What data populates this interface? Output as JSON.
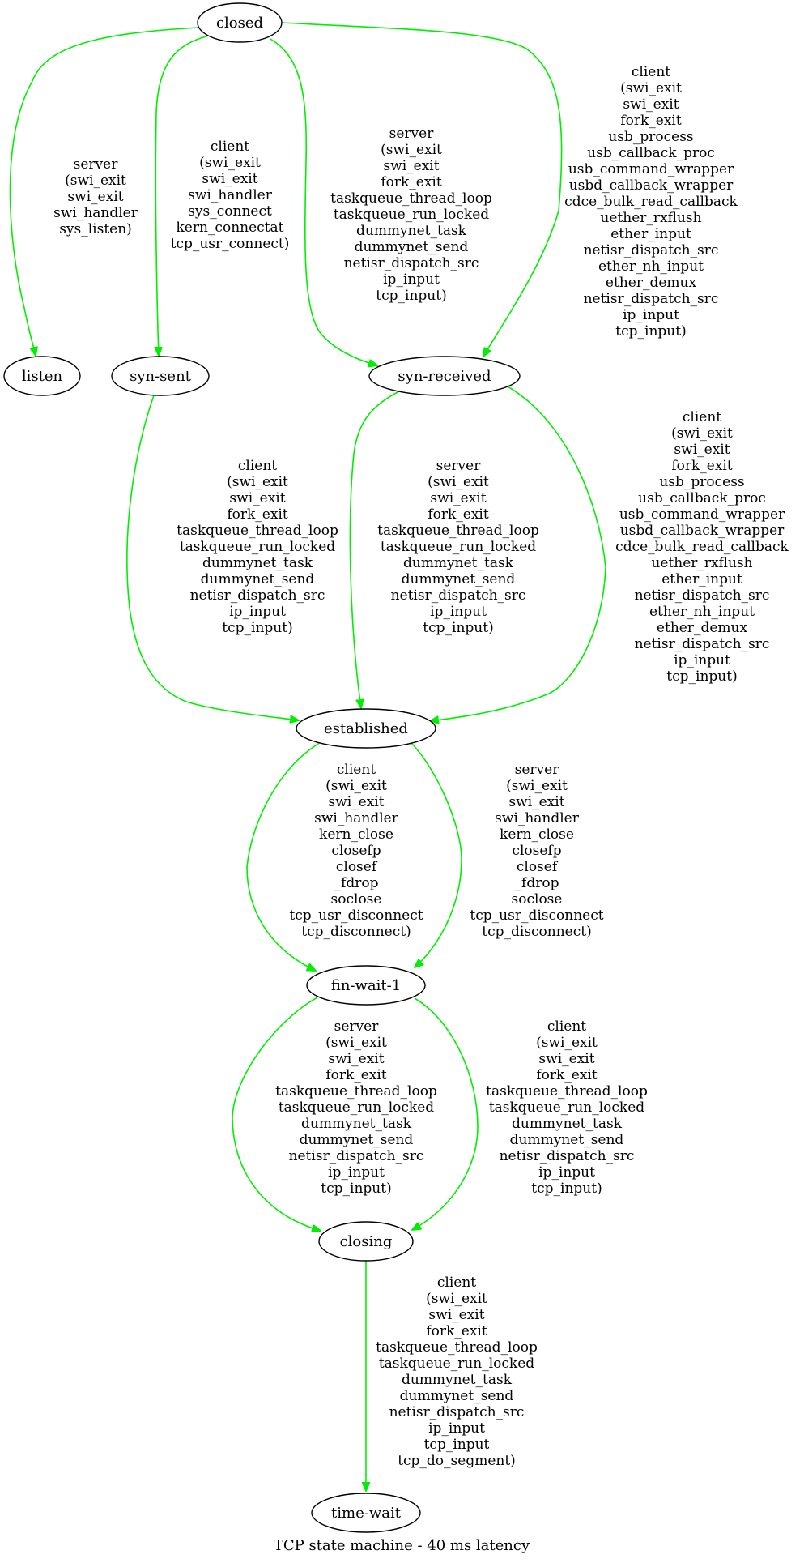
{
  "caption": "TCP state machine - 40 ms latency",
  "colors": {
    "edge": "#00ee00",
    "node_stroke": "#000000",
    "background": "#ffffff"
  },
  "nodes": [
    {
      "id": "closed",
      "label": "closed"
    },
    {
      "id": "listen",
      "label": "listen"
    },
    {
      "id": "syn-sent",
      "label": "syn-sent"
    },
    {
      "id": "syn-received",
      "label": "syn-received"
    },
    {
      "id": "established",
      "label": "established"
    },
    {
      "id": "fin-wait-1",
      "label": "fin-wait-1"
    },
    {
      "id": "closing",
      "label": "closing"
    },
    {
      "id": "time-wait",
      "label": "time-wait"
    }
  ],
  "edges": [
    {
      "from": "closed",
      "to": "listen",
      "label": [
        "server",
        "(swi_exit",
        "swi_exit",
        "swi_handler",
        "sys_listen)"
      ]
    },
    {
      "from": "closed",
      "to": "syn-sent",
      "label": [
        "client",
        "(swi_exit",
        "swi_exit",
        "swi_handler",
        "sys_connect",
        "kern_connectat",
        "tcp_usr_connect)"
      ]
    },
    {
      "from": "closed",
      "to": "syn-received",
      "label": [
        "server",
        "(swi_exit",
        "swi_exit",
        "fork_exit",
        "taskqueue_thread_loop",
        "taskqueue_run_locked",
        "dummynet_task",
        "dummynet_send",
        "netisr_dispatch_src",
        "ip_input",
        "tcp_input)"
      ]
    },
    {
      "from": "closed",
      "to": "syn-received",
      "label": [
        "client",
        "(swi_exit",
        "swi_exit",
        "fork_exit",
        "usb_process",
        "usb_callback_proc",
        "usb_command_wrapper",
        "usbd_callback_wrapper",
        "cdce_bulk_read_callback",
        "uether_rxflush",
        "ether_input",
        "netisr_dispatch_src",
        "ether_nh_input",
        "ether_demux",
        "netisr_dispatch_src",
        "ip_input",
        "tcp_input)"
      ]
    },
    {
      "from": "syn-sent",
      "to": "established",
      "label": [
        "client",
        "(swi_exit",
        "swi_exit",
        "fork_exit",
        "taskqueue_thread_loop",
        "taskqueue_run_locked",
        "dummynet_task",
        "dummynet_send",
        "netisr_dispatch_src",
        "ip_input",
        "tcp_input)"
      ]
    },
    {
      "from": "syn-received",
      "to": "established",
      "label": [
        "server",
        "(swi_exit",
        "swi_exit",
        "fork_exit",
        "taskqueue_thread_loop",
        "taskqueue_run_locked",
        "dummynet_task",
        "dummynet_send",
        "netisr_dispatch_src",
        "ip_input",
        "tcp_input)"
      ]
    },
    {
      "from": "syn-received",
      "to": "established",
      "label": [
        "client",
        "(swi_exit",
        "swi_exit",
        "fork_exit",
        "usb_process",
        "usb_callback_proc",
        "usb_command_wrapper",
        "usbd_callback_wrapper",
        "cdce_bulk_read_callback",
        "uether_rxflush",
        "ether_input",
        "netisr_dispatch_src",
        "ether_nh_input",
        "ether_demux",
        "netisr_dispatch_src",
        "ip_input",
        "tcp_input)"
      ]
    },
    {
      "from": "established",
      "to": "fin-wait-1",
      "label": [
        "client",
        "(swi_exit",
        "swi_exit",
        "swi_handler",
        "kern_close",
        "closefp",
        "closef",
        "_fdrop",
        "soclose",
        "tcp_usr_disconnect",
        "tcp_disconnect)"
      ]
    },
    {
      "from": "established",
      "to": "fin-wait-1",
      "label": [
        "server",
        "(swi_exit",
        "swi_exit",
        "swi_handler",
        "kern_close",
        "closefp",
        "closef",
        "_fdrop",
        "soclose",
        "tcp_usr_disconnect",
        "tcp_disconnect)"
      ]
    },
    {
      "from": "fin-wait-1",
      "to": "closing",
      "label": [
        "server",
        "(swi_exit",
        "swi_exit",
        "fork_exit",
        "taskqueue_thread_loop",
        "taskqueue_run_locked",
        "dummynet_task",
        "dummynet_send",
        "netisr_dispatch_src",
        "ip_input",
        "tcp_input)"
      ]
    },
    {
      "from": "fin-wait-1",
      "to": "closing",
      "label": [
        "client",
        "(swi_exit",
        "swi_exit",
        "fork_exit",
        "taskqueue_thread_loop",
        "taskqueue_run_locked",
        "dummynet_task",
        "dummynet_send",
        "netisr_dispatch_src",
        "ip_input",
        "tcp_input)"
      ]
    },
    {
      "from": "closing",
      "to": "time-wait",
      "label": [
        "client",
        "(swi_exit",
        "swi_exit",
        "fork_exit",
        "taskqueue_thread_loop",
        "taskqueue_run_locked",
        "dummynet_task",
        "dummynet_send",
        "netisr_dispatch_src",
        "ip_input",
        "tcp_input",
        "tcp_do_segment)"
      ]
    }
  ]
}
